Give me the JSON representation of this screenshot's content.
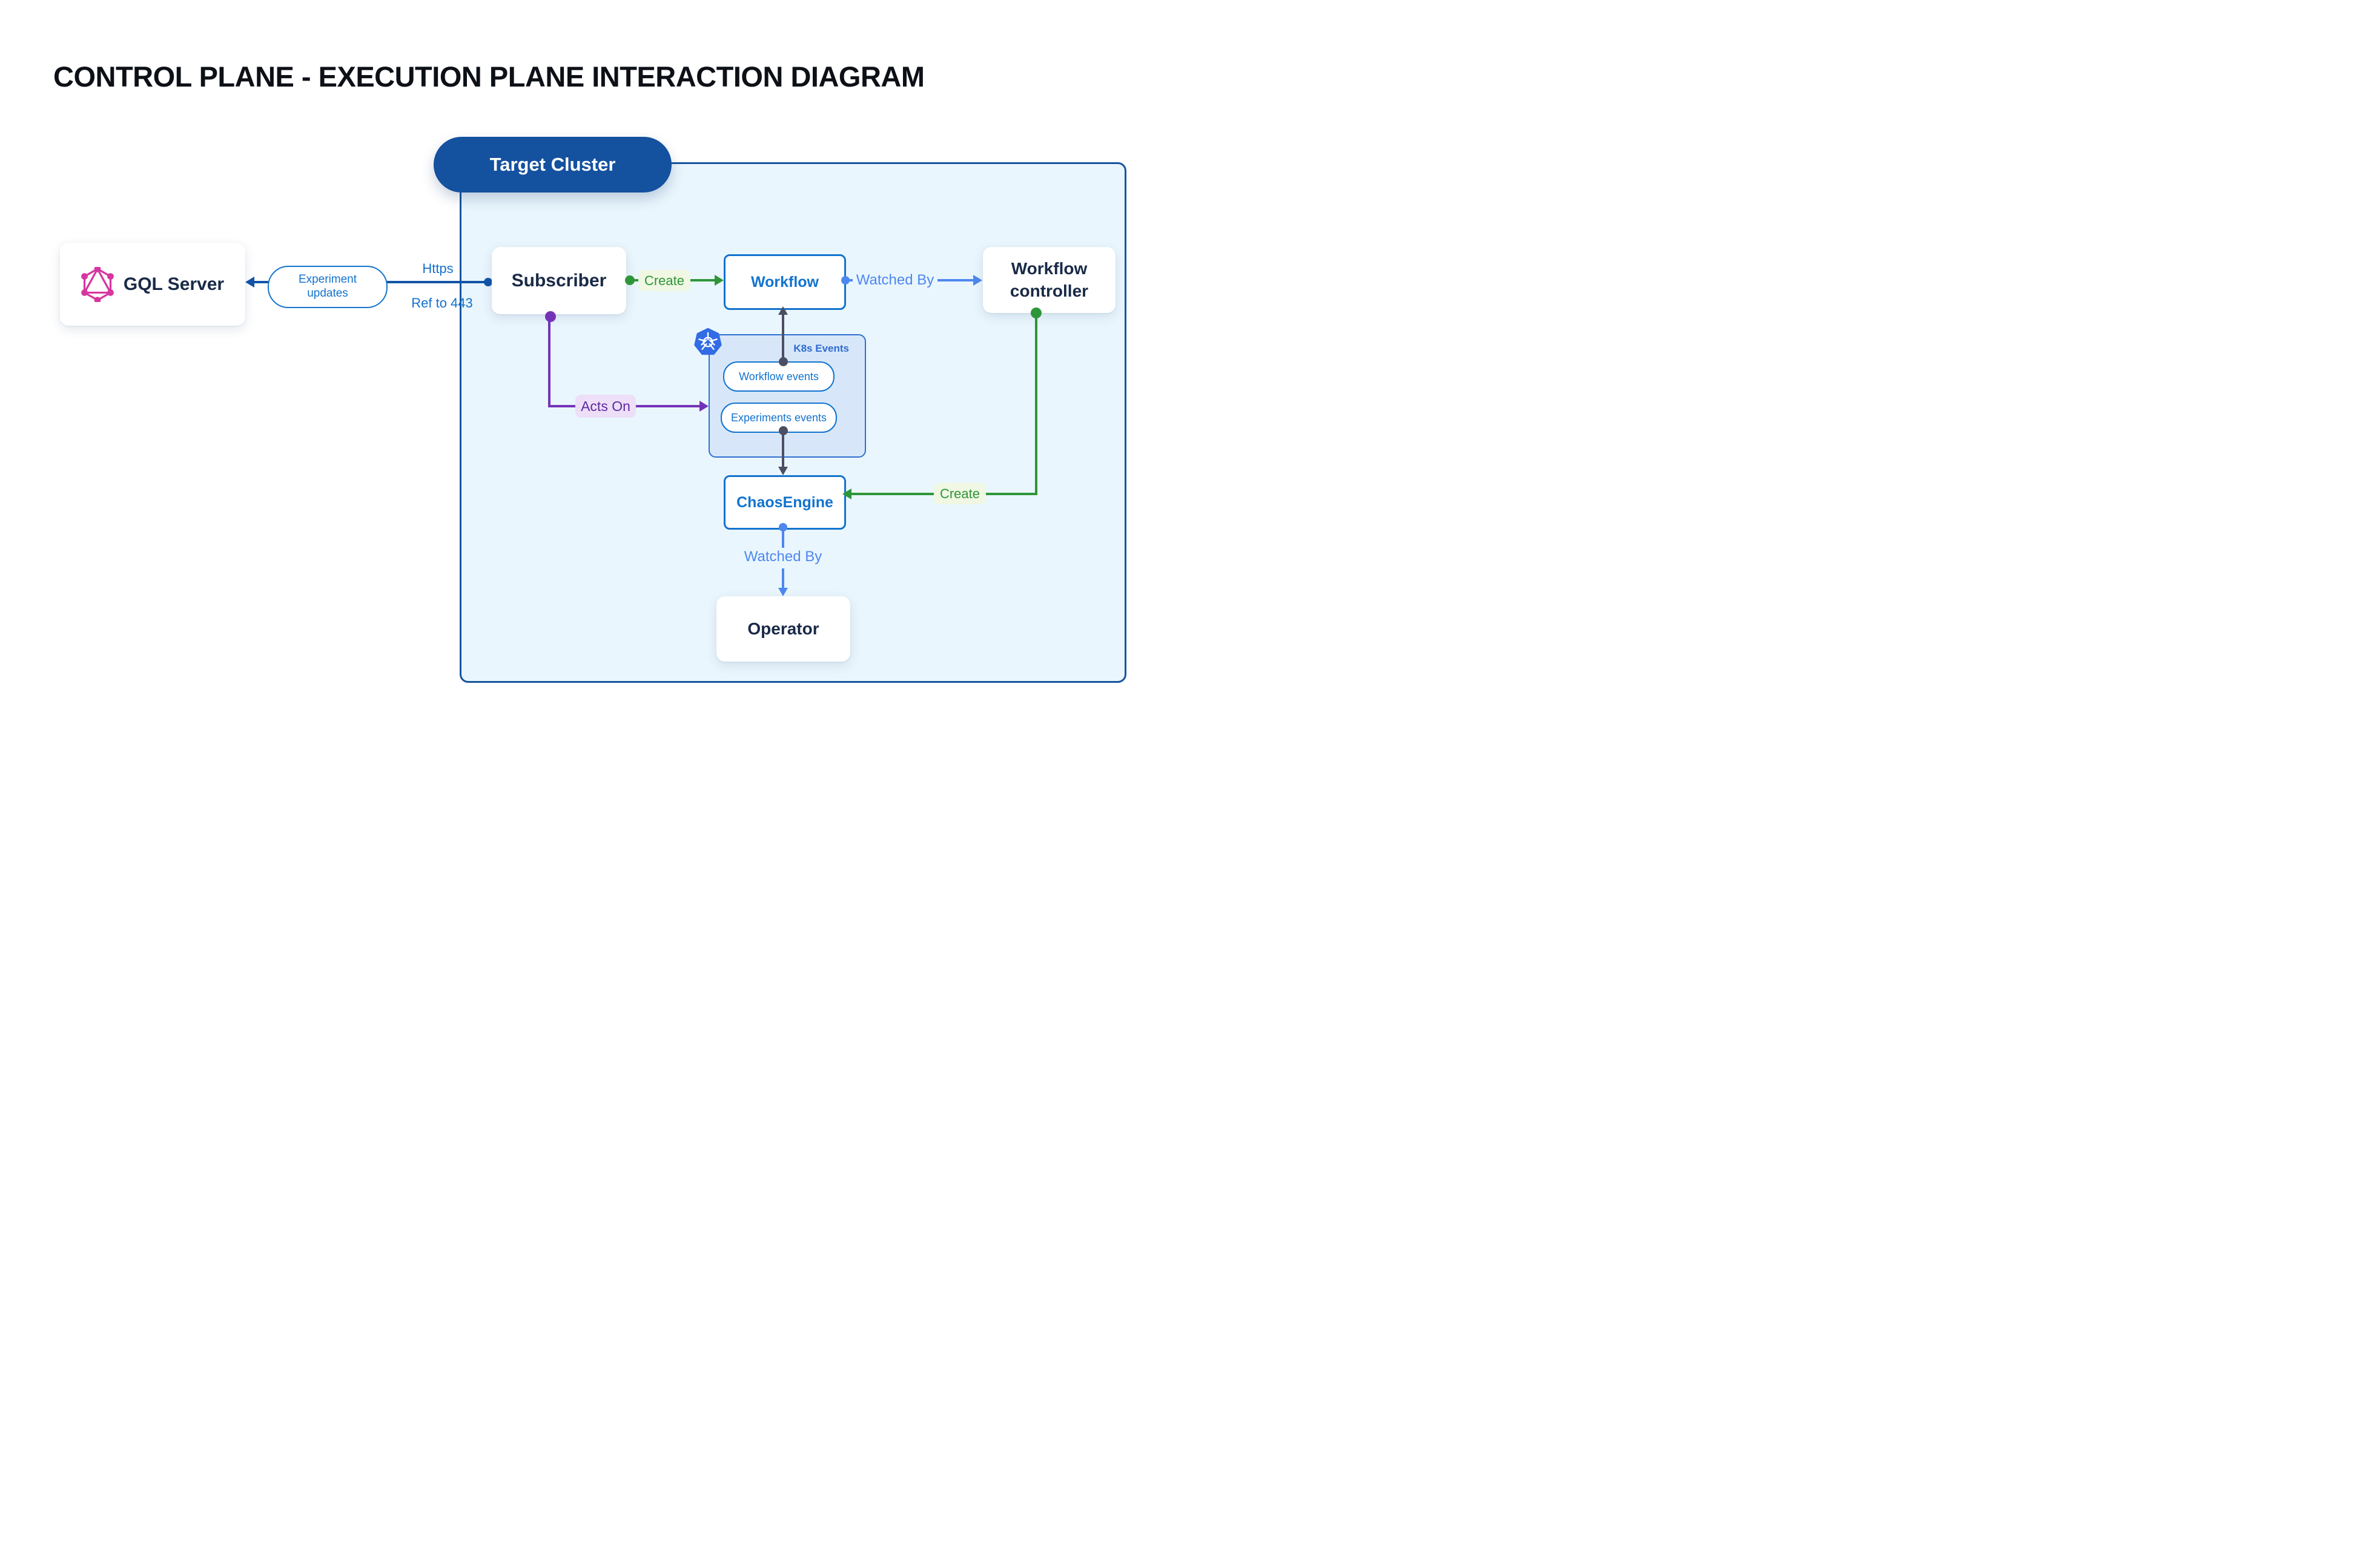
{
  "title": "CONTROL PLANE - EXECUTION PLANE INTERACTION DIAGRAM",
  "target_cluster": {
    "label": "Target Cluster"
  },
  "nodes": {
    "gql_server": {
      "label": "GQL Server",
      "icon": "graphql-logo"
    },
    "subscriber": {
      "label": "Subscriber"
    },
    "workflow": {
      "label": "Workflow"
    },
    "workflow_controller": {
      "label": "Workflow controller"
    },
    "chaos_engine": {
      "label": "ChaosEngine"
    },
    "operator": {
      "label": "Operator"
    }
  },
  "k8s_events": {
    "title": "K8s Events",
    "icon": "kubernetes-logo",
    "events": [
      {
        "label": "Workflow events"
      },
      {
        "label": "Experiments events"
      }
    ]
  },
  "edges": {
    "experiment_updates": {
      "label": "Experiment updates"
    },
    "https": {
      "label": "Https"
    },
    "ref_443": {
      "label": "Ref to 443"
    },
    "create_workflow": {
      "label": "Create"
    },
    "watched_by_workflow": {
      "label": "Watched By"
    },
    "acts_on": {
      "label": "Acts On"
    },
    "create_chaosengine": {
      "label": "Create"
    },
    "watched_by_operator": {
      "label": "Watched By"
    }
  },
  "colors": {
    "cluster_border": "#17549E",
    "cluster_fill": "#EAF6FD",
    "target_pill": "#14519F",
    "node_blue": "#1273CE",
    "link_blue": "#1254A8",
    "light_blue": "#4E87EF",
    "green": "#2E9639",
    "green_label_bg": "#F0F7E2",
    "purple": "#7433B7",
    "purple_label_bg": "#EDDFF8",
    "navy_text": "#192A47",
    "slate_connector": "#4C4F63",
    "k8s_box_fill": "#D7E7F9",
    "graphql_pink": "#D6369F",
    "kubernetes_blue": "#326CE5"
  }
}
